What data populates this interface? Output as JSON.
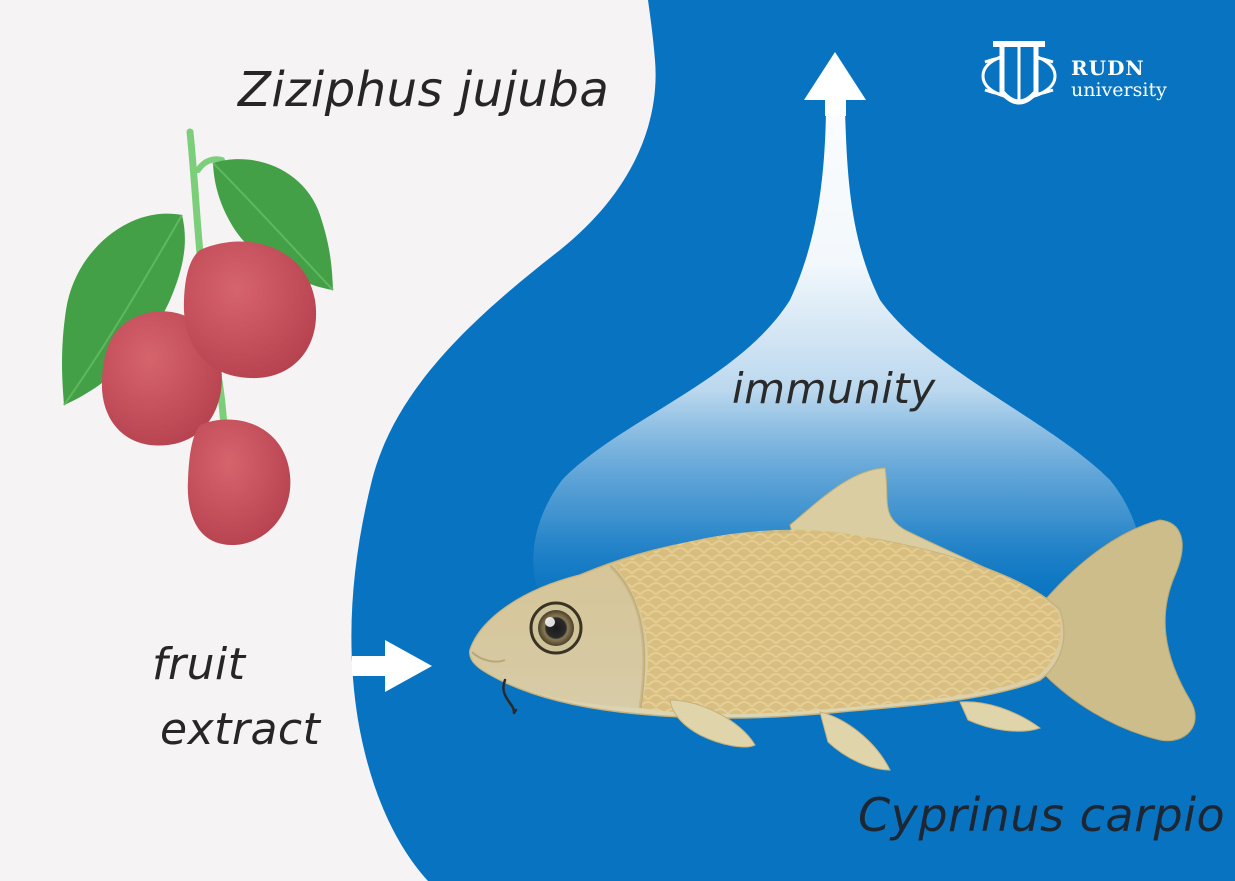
{
  "labels": {
    "plant": "Ziziphus jujuba",
    "fruit": "fruit",
    "extract": "extract",
    "immunity": "immunity",
    "fish": "Cyprinus carpio"
  },
  "logo": {
    "name": "RUDN",
    "sub": "university"
  },
  "colors": {
    "background": "#f6f3f4",
    "water_blue": "#0874c1",
    "fruit_red": "#c95560",
    "leaf_green": "#43a047",
    "fish_body": "#d6c496",
    "text": "#262626"
  }
}
